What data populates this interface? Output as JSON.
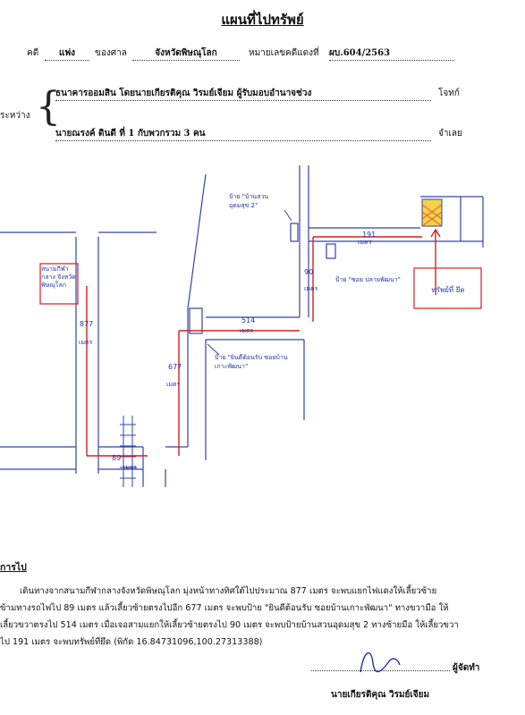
{
  "header": {
    "title": "แผนที่ไปทรัพย์",
    "case_label": "คดี",
    "case_type": "แพ่ง",
    "court_label": "ของศาล",
    "court_name": "จังหวัดพิษณุโลก",
    "red_case_label": "หมายเลขคดีแดงที่",
    "red_case_number": "ผบ.604/2563"
  },
  "parties": {
    "between_label": "ระหว่าง",
    "plaintiff": "ธนาคารออมสิน โดยนายเกียรติคุณ วิรมย์เจียม ผู้รับมอบอำนาจช่วง",
    "plaintiff_role": "โจทก์",
    "defendant": "นายณรงค์ ดินดี ที่ 1 กับพวกรวม 3 คน",
    "defendant_role": "จำเลย"
  },
  "map": {
    "label_left_box": "สนามกีฬา กลาง จังหวัด พิษณุโลก",
    "dist_877": "877",
    "dist_877_unit": "เมตร",
    "dist_89": "89",
    "dist_89_unit": "เมตร",
    "dist_677": "677",
    "dist_677_unit": "เมตร",
    "dist_514": "514",
    "dist_514_unit": "เมตร",
    "dist_90": "90",
    "dist_90_unit": "เมตร",
    "dist_191": "191",
    "dist_191_unit": "เมตร",
    "sign_top": "ป้าย \"บ้านสวน อุดมสุข 2\"",
    "sign_middle": "ป้าย \"ยินดีต้อนรับ ซอยบ้านเกาะพัฒนา\"",
    "sign_right": "ป้าย \"ซอย ปลายพัฒนา\"",
    "target_label": "ทรัพย์ที่ ยึด",
    "colors": {
      "road": "#3344aa",
      "route": "#d42020",
      "target_fill": "#e05a2a",
      "target_bg": "#f5d24a"
    }
  },
  "directions": {
    "heading": "การไป",
    "line1": "เดินทางจากสนามกีฬากลางจังหวัดพิษณุโลก มุ่งหน้าทางทิศใต้ไปประมาณ 877 เมตร จะพบแยกไฟแดงให้เลี้ยวซ้าย",
    "line2": "ข้ามทางรถไฟไป 89 เมตร แล้วเลี้ยวซ้ายตรงไปอีก 677 เมตร จะพบป้าย \"ยินดีต้อนรับ ซอยบ้านเกาะพัฒนา\" ทางขวามือ ให้",
    "line3": "เลี้ยวขวาตรงไป 514 เมตร เมื่อเจอสามแยกให้เลี้ยวซ้ายตรงไป 90 เมตร จะพบป้ายบ้านสวนอุดมสุข 2 ทางซ้ายมือ ให้เลี้ยวขวา",
    "line4": "ไป 191 เมตร    จะพบทรัพย์ที่ยึด (พิกัด 16.84731096,100.27313388)"
  },
  "signature": {
    "role": "ผู้จัดทำ",
    "name": "นายเกียรติคุณ  วิรมย์เจียม"
  }
}
